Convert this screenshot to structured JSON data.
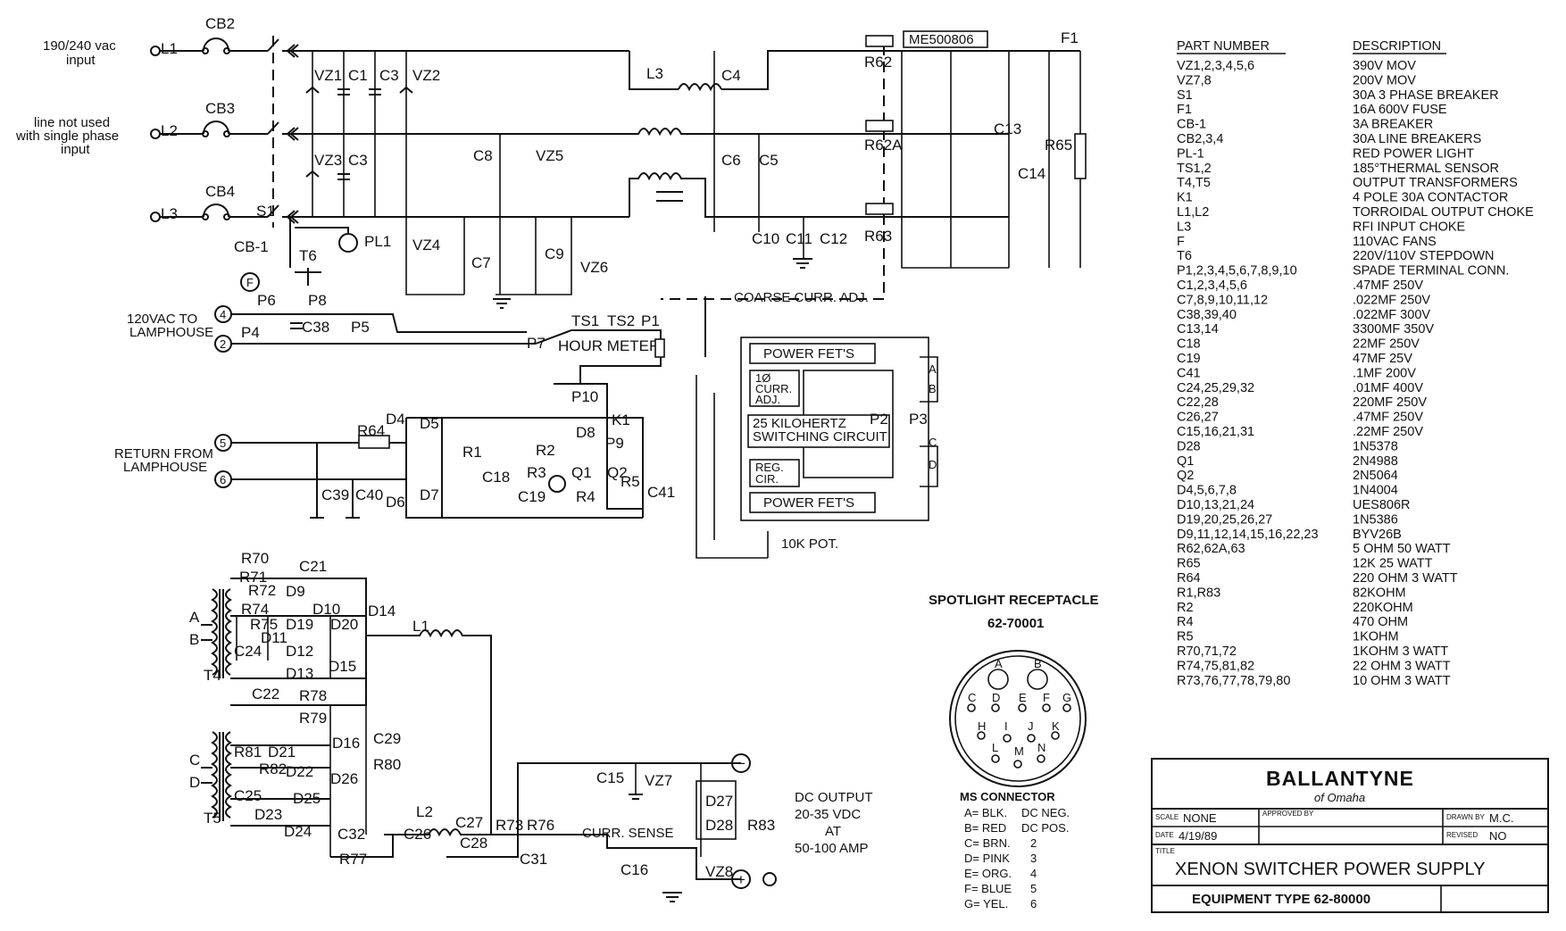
{
  "inputs": {
    "voltage": [
      "190/240 vac",
      "input"
    ],
    "unused": [
      "line not used",
      "with single phase",
      "input"
    ],
    "lamphouse_out": [
      "120VAC TO",
      "LAMPHOUSE"
    ],
    "lamphouse_return": [
      "RETURN FROM",
      "LAMPHOUSE"
    ]
  },
  "components": {
    "L1": "L1",
    "L2": "L2",
    "L3": "L3",
    "CB2": "CB2",
    "CB3": "CB3",
    "CB4": "CB4",
    "CB1": "CB-1",
    "S1": "S1",
    "PL1": "PL1",
    "T6": "T6",
    "F": "F",
    "VZ1": "VZ1",
    "VZ2": "VZ2",
    "VZ3": "VZ3",
    "VZ4": "VZ4",
    "VZ5": "VZ5",
    "VZ6": "VZ6",
    "VZ7": "VZ7",
    "VZ8": "VZ8",
    "C1": "C1",
    "C3a": "C3",
    "C3b": "C3",
    "C4": "C4",
    "C5": "C5",
    "C6": "C6",
    "C7": "C7",
    "C8": "C8",
    "C9": "C9",
    "C10": "C10",
    "C11": "C11",
    "C12": "C12",
    "C13": "C13",
    "C14": "C14",
    "C38": "C38",
    "C39": "C39",
    "C40": "C40",
    "C41": "C41",
    "C18": "C18",
    "C19": "C19",
    "C21": "C21",
    "C22": "C22",
    "C24": "C24",
    "C25": "C25",
    "C26": "C26",
    "C27": "C27",
    "C28": "C28",
    "C29": "C29",
    "C31": "C31",
    "C32": "C32",
    "C15": "C15",
    "C16": "C16",
    "L3b": "L3",
    "ME": "ME500806",
    "F1": "F1",
    "R62": "R62",
    "R62A": "R62A",
    "R63": "R63",
    "R65": "R65",
    "P1": "P1",
    "P2": "P2",
    "P3": "P3",
    "P4": "P4",
    "P5": "P5",
    "P6": "P6",
    "P7": "P7",
    "P8": "P8",
    "P9": "P9",
    "P10": "P10",
    "TS1": "TS1",
    "TS2": "TS2",
    "K1": "K1",
    "R64": "R64",
    "R1": "R1",
    "R2": "R2",
    "R3": "R3",
    "R4": "R4",
    "R5": "R5",
    "Q1": "Q1",
    "Q2": "Q2",
    "D4": "D4",
    "D5": "D5",
    "D6": "D6",
    "D7": "D7",
    "D8": "D8",
    "R70": "R70",
    "R71": "R71",
    "R72": "R72",
    "R74": "R74",
    "R75": "R75",
    "D9": "D9",
    "D10": "D10",
    "D11": "D11",
    "D12": "D12",
    "D13": "D13",
    "D14": "D14",
    "D15": "D15",
    "D19": "D19",
    "D20": "D20",
    "D21": "D21",
    "D22": "D22",
    "D23": "D23",
    "D24": "D24",
    "D25": "D25",
    "D26": "D26",
    "D16": "D16",
    "D27": "D27",
    "D28": "D28",
    "R78": "R78",
    "R79": "R79",
    "R80": "R80",
    "R81": "R81",
    "R82": "R82",
    "R77": "R77",
    "R73": "R73",
    "R76": "R76",
    "R83": "R83",
    "T4": "T4",
    "T5": "T5",
    "A": "A",
    "B": "B",
    "C": "C",
    "D": "D",
    "n2": "2",
    "n4": "4",
    "n5": "5",
    "n6": "6",
    "minus": "−",
    "plus": "+"
  },
  "blocks": {
    "coarse": "COARSE CURR. ADJ.",
    "hour": "HOUR METER",
    "fet_top": "POWER FET'S",
    "fet_bot": "POWER FET'S",
    "curr_adj": [
      "1Ø",
      "CURR.",
      "ADJ."
    ],
    "switching": [
      "25 KILOHERTZ",
      "SWITCHING CIRCUIT"
    ],
    "reg": [
      "REG.",
      "CIR."
    ],
    "pot": "10K POT.",
    "curr_sense": "CURR. SENSE",
    "ab": [
      "A",
      "B"
    ],
    "cd": [
      "C",
      "D"
    ]
  },
  "dc_output": [
    "DC OUTPUT",
    "20-35 VDC",
    "AT",
    "50-100 AMP"
  ],
  "receptacle": {
    "title": "SPOTLIGHT RECEPTACLE",
    "part": "62-70001",
    "pins": [
      "A",
      "B",
      "C",
      "D",
      "E",
      "F",
      "G",
      "H",
      "I",
      "J",
      "K",
      "L",
      "M",
      "N"
    ],
    "ms_title": "MS CONNECTOR",
    "ms_rows": [
      [
        "A= BLK.",
        "DC NEG."
      ],
      [
        "B= RED",
        "DC POS."
      ],
      [
        "C= BRN.",
        "2"
      ],
      [
        "D= PINK",
        "3"
      ],
      [
        "E= ORG.",
        "4"
      ],
      [
        "F= BLUE",
        "5"
      ],
      [
        "G= YEL.",
        "6"
      ]
    ]
  },
  "parts_table": {
    "headers": [
      "PART NUMBER",
      "DESCRIPTION"
    ],
    "rows": [
      [
        "VZ1,2,3,4,5,6",
        "390V MOV"
      ],
      [
        "VZ7,8",
        "200V MOV"
      ],
      [
        "S1",
        "30A 3 PHASE BREAKER"
      ],
      [
        "F1",
        "16A 600V FUSE"
      ],
      [
        "CB-1",
        "3A BREAKER"
      ],
      [
        "CB2,3,4",
        "30A LINE BREAKERS"
      ],
      [
        "PL-1",
        "RED POWER LIGHT"
      ],
      [
        "TS1,2",
        "185°THERMAL SENSOR"
      ],
      [
        "T4,T5",
        "OUTPUT TRANSFORMERS"
      ],
      [
        "K1",
        "4 POLE 30A CONTACTOR"
      ],
      [
        "L1,L2",
        "TORROIDAL OUTPUT CHOKE"
      ],
      [
        "L3",
        "RFI INPUT CHOKE"
      ],
      [
        "F",
        "110VAC FANS"
      ],
      [
        "T6",
        "220V/110V STEPDOWN"
      ],
      [
        "P1,2,3,4,5,6,7,8,9,10",
        "SPADE TERMINAL CONN."
      ],
      [
        "C1,2,3,4,5,6",
        ".47MF 250V"
      ],
      [
        "C7,8,9,10,11,12",
        ".022MF 250V"
      ],
      [
        "C38,39,40",
        ".022MF 300V"
      ],
      [
        "C13,14",
        "3300MF 350V"
      ],
      [
        "C18",
        "22MF 250V"
      ],
      [
        "C19",
        "47MF 25V"
      ],
      [
        "C41",
        ".1MF 200V"
      ],
      [
        "C24,25,29,32",
        ".01MF 400V"
      ],
      [
        "C22,28",
        "220MF 250V"
      ],
      [
        "C26,27",
        ".47MF 250V"
      ],
      [
        "C15,16,21,31",
        ".22MF 250V"
      ],
      [
        "D28",
        "1N5378"
      ],
      [
        "Q1",
        "2N4988"
      ],
      [
        "Q2",
        "2N5064"
      ],
      [
        "D4,5,6,7,8",
        "1N4004"
      ],
      [
        "D10,13,21,24",
        "UES806R"
      ],
      [
        "D19,20,25,26,27",
        "1N5386"
      ],
      [
        "D9,11,12,14,15,16,22,23",
        "BYV26B"
      ],
      [
        "R62,62A,63",
        "5 OHM 50 WATT"
      ],
      [
        "R65",
        "12K 25 WATT"
      ],
      [
        "R64",
        "220 OHM 3 WATT"
      ],
      [
        "R1,R83",
        "82KOHM"
      ],
      [
        "R2",
        "220KOHM"
      ],
      [
        "R4",
        "470 OHM"
      ],
      [
        "R5",
        "1KOHM"
      ],
      [
        "R70,71,72",
        "1KOHM 3 WATT"
      ],
      [
        "R74,75,81,82",
        "22 OHM 3 WATT"
      ],
      [
        "R73,76,77,78,79,80",
        "10 OHM 3 WATT"
      ]
    ]
  },
  "title_block": {
    "company": "BALLANTYNE",
    "company_sub": "of Omaha",
    "scale_label": "SCALE",
    "scale": "NONE",
    "approved_label": "APPROVED BY",
    "drawn_label": "DRAWN BY",
    "drawn": "M.C.",
    "date_label": "DATE",
    "date": "4/19/89",
    "revised_label": "REVISED",
    "revised": "NO",
    "title_label": "TITLE",
    "title": "XENON SWITCHER POWER SUPPLY",
    "equipment": "EQUIPMENT TYPE 62-80000"
  }
}
